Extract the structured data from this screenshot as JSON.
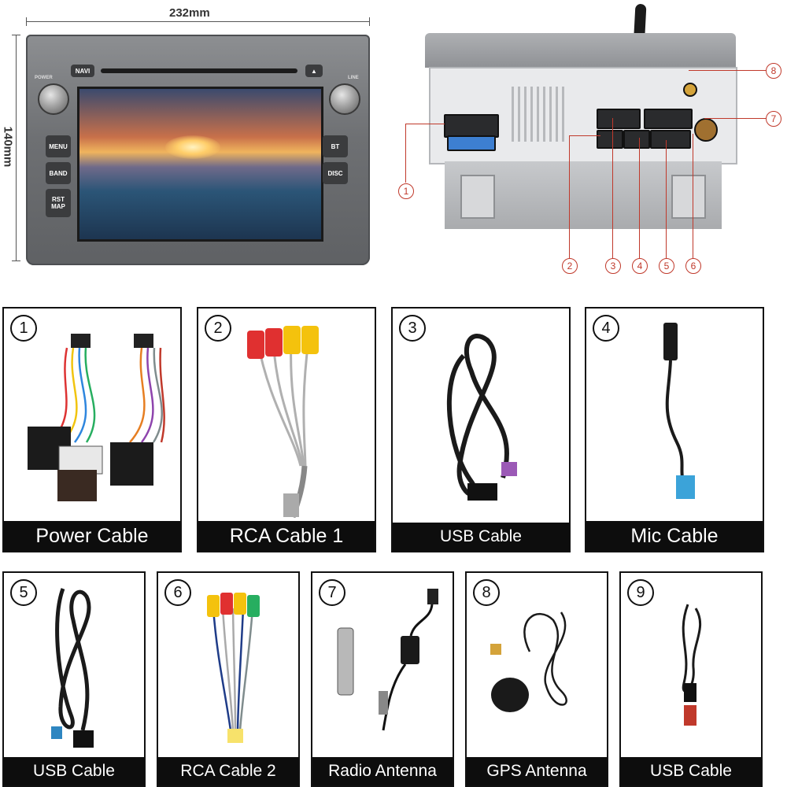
{
  "dimensions": {
    "width_label": "232mm",
    "height_label": "140mm"
  },
  "head_unit": {
    "buttons": {
      "navi": "NAVI",
      "menu": "MENU",
      "band": "BAND",
      "rst": "RST",
      "map": "MAP",
      "bt": "BT",
      "disc": "DISC"
    },
    "small_labels": {
      "power": "POWER",
      "line": "LINE"
    }
  },
  "rear_callouts": [
    "1",
    "2",
    "3",
    "4",
    "5",
    "6",
    "7",
    "8"
  ],
  "accessories": [
    {
      "number": "1",
      "caption": "Power Cable"
    },
    {
      "number": "2",
      "caption": "RCA Cable 1"
    },
    {
      "number": "3",
      "caption": "USB Cable"
    },
    {
      "number": "4",
      "caption": "Mic Cable"
    },
    {
      "number": "5",
      "caption": "USB Cable"
    },
    {
      "number": "6",
      "caption": "RCA Cable 2"
    },
    {
      "number": "7",
      "caption": "Radio Antenna"
    },
    {
      "number": "8",
      "caption": "GPS Antenna"
    },
    {
      "number": "9",
      "caption": "USB Cable"
    }
  ],
  "colors": {
    "caption_bg": "#0d0d0d",
    "callout": "#c0392b",
    "bezel": "#6e7073"
  }
}
